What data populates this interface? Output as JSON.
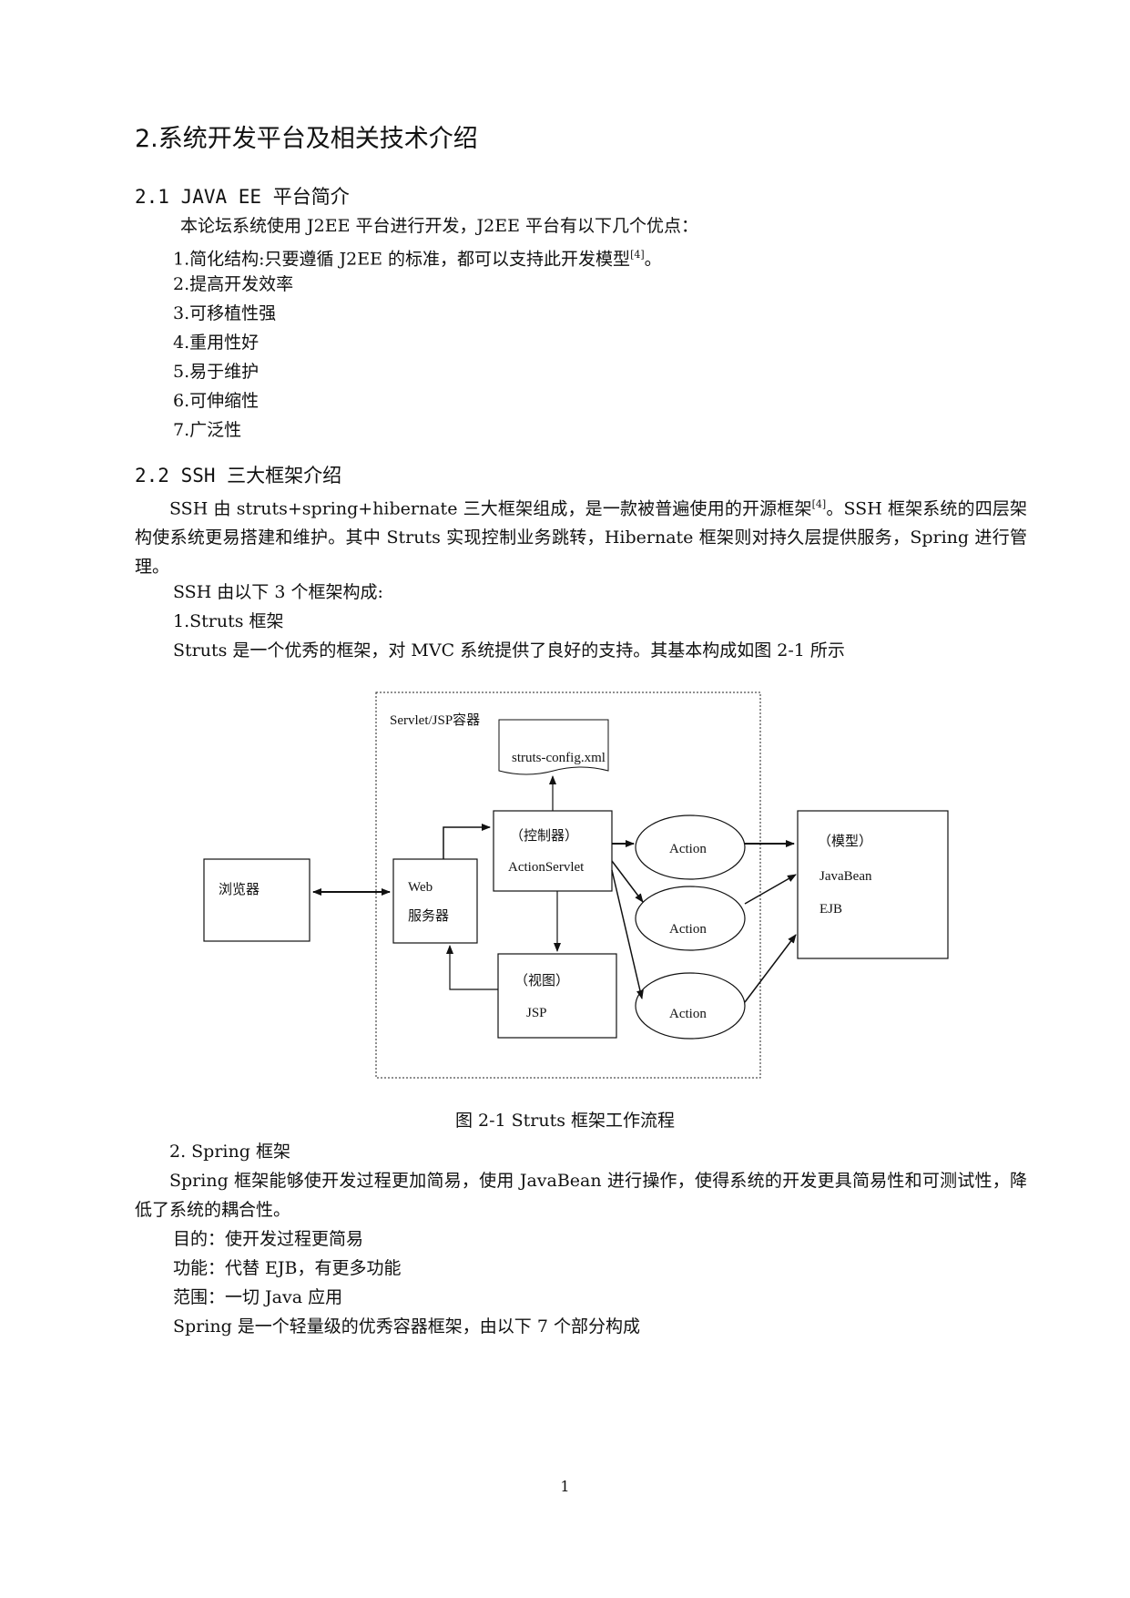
{
  "heading": "2.系统开发平台及相关技术介绍",
  "section1": {
    "title": "2.1 JAVA EE 平台简介",
    "intro": "本论坛系统使用 J2EE 平台进行开发，J2EE 平台有以下几个优点：",
    "item1_prefix": "1.简化结构:只要遵循 J2EE 的标准，都可以支持此开发模型",
    "item1_ref": "[4]",
    "item1_suffix": "。",
    "items": [
      "2.提高开发效率",
      "3.可移植性强",
      "4.重用性好",
      "5.易于维护",
      "6.可伸缩性",
      "7.广泛性"
    ]
  },
  "section2": {
    "title": "2.2 SSH 三大框架介绍",
    "para1_a": "SSH 由 struts+spring+hibernate 三大框架组成，是一款被普遍使用的开源框架",
    "para1_ref": "[4]",
    "para1_b": "。SSH 框架系统的四层架构使系统更易搭建和维护。其中 Struts 实现控制业务跳转，Hibernate 框架则对持久层提供服务，Spring 进行管理。",
    "line_frameworks": "SSH 由以下 3 个框架构成:",
    "struts_title": "1.Struts 框架",
    "struts_desc": "Struts 是一个优秀的框架，对 MVC 系统提供了良好的支持。其基本构成如图 2-1 所示"
  },
  "diagram": {
    "container": "Servlet/JSP容器",
    "config": "struts-config.xml",
    "controller_1": "（控制器）",
    "controller_2": "ActionServlet",
    "browser": "浏览器",
    "web_1": "Web",
    "web_2": "服务器",
    "view_1": "（视图）",
    "view_2": "JSP",
    "action_1": "Action",
    "action_2": "Action",
    "action_3": "Action",
    "model_1": "（模型）",
    "model_2": "JavaBean",
    "model_3": "EJB"
  },
  "caption": "图 2-1 Struts 框架工作流程",
  "section3": {
    "title": "2. Spring 框架",
    "para": "Spring 框架能够使开发过程更加简易，使用 JavaBean 进行操作，使得系统的开发更具简易性和可测试性，降低了系统的耦合性。",
    "lines": [
      "目的：使开发过程更简易",
      "功能：代替 EJB，有更多功能",
      "范围：一切 Java 应用",
      "Spring 是一个轻量级的优秀容器框架，由以下 7 个部分构成"
    ]
  },
  "page_number": "1"
}
